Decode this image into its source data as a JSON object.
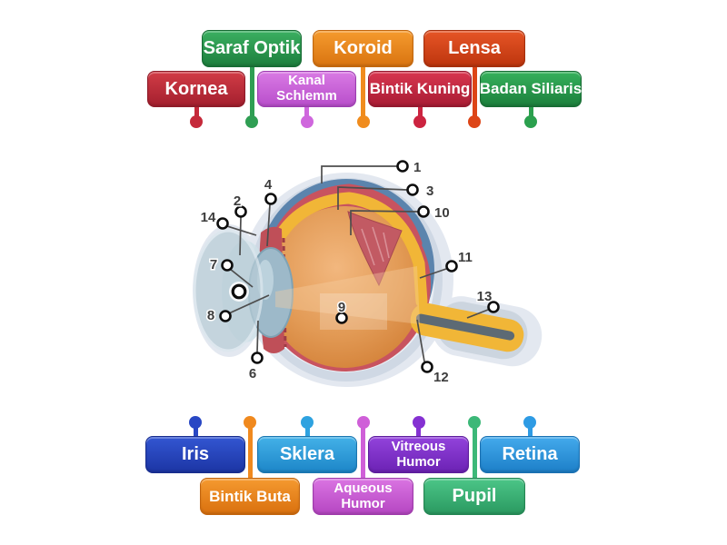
{
  "page": {
    "background": "#ffffff",
    "activity_type": "labelled-diagram"
  },
  "top_labels": [
    {
      "text": "Kornea",
      "color": "#c5293a",
      "row": "lower"
    },
    {
      "text": "Saraf Optik",
      "color": "#2f9e53",
      "row": "upper"
    },
    {
      "text": "Kanal Schlemm",
      "color": "#cf67dd",
      "row": "lower"
    },
    {
      "text": "Koroid",
      "color": "#f08c1e",
      "row": "upper"
    },
    {
      "text": "Bintik Kuning",
      "color": "#cc2440",
      "row": "lower"
    },
    {
      "text": "Lensa",
      "color": "#dd4517",
      "row": "upper"
    },
    {
      "text": "Badan Siliaris",
      "color": "#2ba04e",
      "row": "lower"
    }
  ],
  "bottom_labels": [
    {
      "text": "Iris",
      "color": "#2847c4",
      "row": "upper"
    },
    {
      "text": "Bintik Buta",
      "color": "#f0891e",
      "row": "lower"
    },
    {
      "text": "Sklera",
      "color": "#2ea2e0",
      "row": "upper"
    },
    {
      "text": "Aqueous Humor",
      "color": "#cf5fd8",
      "row": "lower"
    },
    {
      "text": "Vitreous Humor",
      "color": "#8531d2",
      "row": "upper"
    },
    {
      "text": "Pupil",
      "color": "#3cb878",
      "row": "lower"
    },
    {
      "text": "Retina",
      "color": "#2e9be4",
      "row": "upper"
    }
  ],
  "diagram": {
    "subject": "human eye cross-section",
    "markers": [
      {
        "number": "1"
      },
      {
        "number": "2"
      },
      {
        "number": "3"
      },
      {
        "number": "4"
      },
      {
        "number": ""
      },
      {
        "number": "6"
      },
      {
        "number": "7"
      },
      {
        "number": "8"
      },
      {
        "number": "9"
      },
      {
        "number": "10"
      },
      {
        "number": "11"
      },
      {
        "number": "12"
      },
      {
        "number": "13"
      },
      {
        "number": "14"
      }
    ]
  }
}
